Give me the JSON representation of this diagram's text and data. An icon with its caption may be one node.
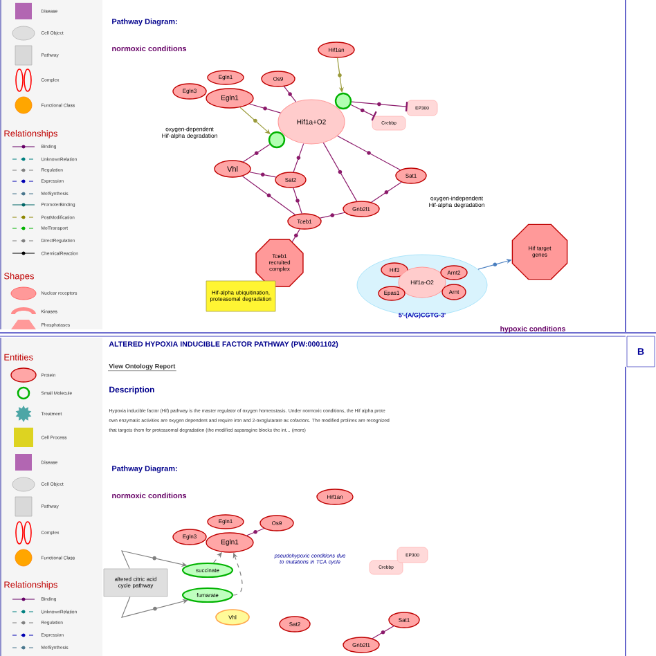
{
  "diagram": {
    "nodes": [
      {
        "text": [
          "Hif1an"
        ]
      },
      {
        "text": [
          "Egln3"
        ]
      },
      {
        "text": [
          "Egln1"
        ]
      },
      {
        "text": [
          "Egln1"
        ]
      },
      {
        "text": [
          "Os9"
        ]
      },
      {
        "text": [
          "Hif1a+O2"
        ]
      },
      {
        "text": [],
        "shape": "circle"
      },
      {
        "text": [],
        "shape": "circle"
      },
      {
        "text": [
          "EP300"
        ]
      },
      {
        "text": [
          "Crebbp"
        ]
      },
      {
        "text": [
          "Vhl"
        ]
      },
      {
        "text": [
          "Sat2"
        ]
      },
      {
        "text": [
          "Sat1"
        ]
      },
      {
        "text": [
          "Gnb2l1"
        ]
      },
      {
        "text": [
          "Tceb1"
        ]
      },
      {
        "text": [
          "Tceb1 recruited complex"
        ]
      },
      {
        "text": [
          "Hif-alpha ubiquitination, proteasomal degradation"
        ]
      },
      {
        "text": [
          "5'-(A/G)CGTG-3'"
        ]
      },
      {
        "text": [
          "Hif3"
        ],
        "in": 17
      },
      {
        "text": [
          "Hif1a-O2"
        ],
        "in": 17
      },
      {
        "text": [
          "Arnt2"
        ],
        "in": 17
      },
      {
        "text": [
          "Epas1"
        ],
        "in": 17
      },
      {
        "text": [
          "Arnt"
        ],
        "in": 17
      },
      {
        "text": [
          "Hif target genes"
        ]
      },
      {
        "text": [
          "Hif1an"
        ]
      },
      {
        "text": [
          "Egln3"
        ]
      },
      {
        "text": [
          "Egln1"
        ]
      },
      {
        "text": [
          "Egln1"
        ]
      },
      {
        "text": [
          "Os9"
        ]
      },
      {
        "text": [
          "succinate"
        ]
      },
      {
        "text": [
          "fumarate"
        ]
      },
      {
        "text": [
          "altered citric acid cycle pathway"
        ]
      },
      {
        "text": [
          "Vhl"
        ]
      },
      {
        "text": [
          "Sat2"
        ]
      },
      {
        "text": [
          "Crebbp"
        ]
      },
      {
        "text": [
          "EP300"
        ]
      },
      {
        "text": [
          "Sat1"
        ]
      },
      {
        "text": [
          "Gnb2l1"
        ]
      }
    ],
    "edges": [
      {
        "from": 3,
        "to": 5,
        "arrow": "none"
      },
      {
        "from": 4,
        "to": 5,
        "arrow": "none"
      },
      {
        "from": 0,
        "to": 6,
        "arrow": "to",
        "color": "#9a9a3a"
      },
      {
        "from": 3,
        "to": 7,
        "arrow": "to",
        "color": "#9a9a3a"
      },
      {
        "from": 6,
        "to": 8,
        "arrow": "other"
      },
      {
        "from": 6,
        "to": 9,
        "arrow": "other"
      },
      {
        "from": 7,
        "to": 10,
        "arrow": "none"
      },
      {
        "from": 5,
        "to": 11,
        "arrow": "none"
      },
      {
        "from": 5,
        "to": 12,
        "arrow": "none"
      },
      {
        "from": 5,
        "to": 13,
        "arrow": "none"
      },
      {
        "from": 10,
        "to": 11,
        "arrow": "none"
      },
      {
        "from": 10,
        "to": 14,
        "arrow": "none"
      },
      {
        "from": 11,
        "to": 14,
        "arrow": "none"
      },
      {
        "from": 12,
        "to": 13,
        "arrow": "none"
      },
      {
        "from": 13,
        "to": 14,
        "arrow": "none"
      },
      {
        "from": 14,
        "to": 15,
        "arrow": "none"
      },
      {
        "from": 17,
        "to": 23,
        "arrow": "to",
        "color": "#4a7fc0"
      },
      {
        "from": 27,
        "to": 28,
        "arrow": "none"
      },
      {
        "from": 31,
        "to": 29,
        "arrow": "to",
        "color": "#808080"
      },
      {
        "from": 31,
        "to": 30,
        "arrow": "to",
        "color": "#808080"
      },
      {
        "from": 29,
        "to": 27,
        "arrow": "to",
        "style": "dashed",
        "color": "#808080"
      },
      {
        "from": 30,
        "to": 27,
        "arrow": "to",
        "style": "dashed",
        "color": "#808080"
      },
      {
        "from": 36,
        "to": 37,
        "arrow": "none"
      }
    ],
    "labels": [
      "Pathway Diagram:",
      "normoxic conditions",
      "oxygen-dependent Hif-alpha degradation",
      "oxygen-independent Hif-alpha degradation",
      "hypoxic conditions",
      "Relationships",
      "Shapes",
      "ALTERED HYPOXIA INDUCIBLE FACTOR PATHWAY (PW:0001102)",
      "B",
      "Entities",
      "View Ontology Report",
      "Description",
      "Hypoxia inducible factor (Hif) pathway is the master regulator of oxygen homeostasis. Under normoxic conditions, the Hif alpha prote",
      "own enzymatic activities are oxygen dependent and require iron and 2-oxoglutarate as cofactors. The modified prolines are recognized",
      "that targets them for proteasomal degradation (the modified asparagine blocks the int... (more)",
      "Pathway Diagram:",
      "normoxic conditions",
      "pseudohypoxic conditions due to mutations in TCA cycle",
      "Relationships"
    ],
    "legend": [
      {
        "text": "Disease"
      },
      {
        "text": "Cell Object"
      },
      {
        "text": "Pathway"
      },
      {
        "text": "Complex"
      },
      {
        "text": "Functional Class"
      },
      {
        "text": "Binding"
      },
      {
        "text": "UnknownRelation"
      },
      {
        "text": "Regulation"
      },
      {
        "text": "Expression"
      },
      {
        "text": "MolSynthesis"
      },
      {
        "text": "PromoterBinding"
      },
      {
        "text": "PostModification"
      },
      {
        "text": "MolTransport"
      },
      {
        "text": "DirectRegulation"
      },
      {
        "text": "ChemicalReaction"
      },
      {
        "text": "Nuclear receptors"
      },
      {
        "text": "Kinases"
      },
      {
        "text": "Phosphatases"
      },
      {
        "text": "Protein"
      },
      {
        "text": "Small Molecule"
      },
      {
        "text": "Treatment"
      },
      {
        "text": "Cell Process"
      },
      {
        "text": "Disease"
      },
      {
        "text": "Cell Object"
      },
      {
        "text": "Pathway"
      },
      {
        "text": "Complex"
      },
      {
        "text": "Functional Class"
      },
      {
        "text": "Binding"
      },
      {
        "text": "UnknownRelation"
      },
      {
        "text": "Regulation"
      },
      {
        "text": "Expression"
      },
      {
        "text": "MolSynthesis"
      }
    ]
  }
}
